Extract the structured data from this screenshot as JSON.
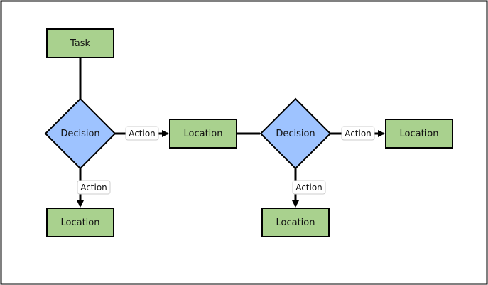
{
  "colors": {
    "box_fill": "#a9d18e",
    "decision_fill": "#9ec3ff",
    "stroke": "#000000",
    "label_bg": "#ffffff"
  },
  "nodes": {
    "task": {
      "label": "Task"
    },
    "decision1": {
      "label": "Decision"
    },
    "decision2": {
      "label": "Decision"
    },
    "location_mid": {
      "label": "Location"
    },
    "location_right": {
      "label": "Location"
    },
    "location_bottom1": {
      "label": "Location"
    },
    "location_bottom2": {
      "label": "Location"
    }
  },
  "edges": {
    "d1_right": {
      "label": "Action"
    },
    "d1_down": {
      "label": "Action"
    },
    "d2_right": {
      "label": "Action"
    },
    "d2_down": {
      "label": "Action"
    }
  }
}
